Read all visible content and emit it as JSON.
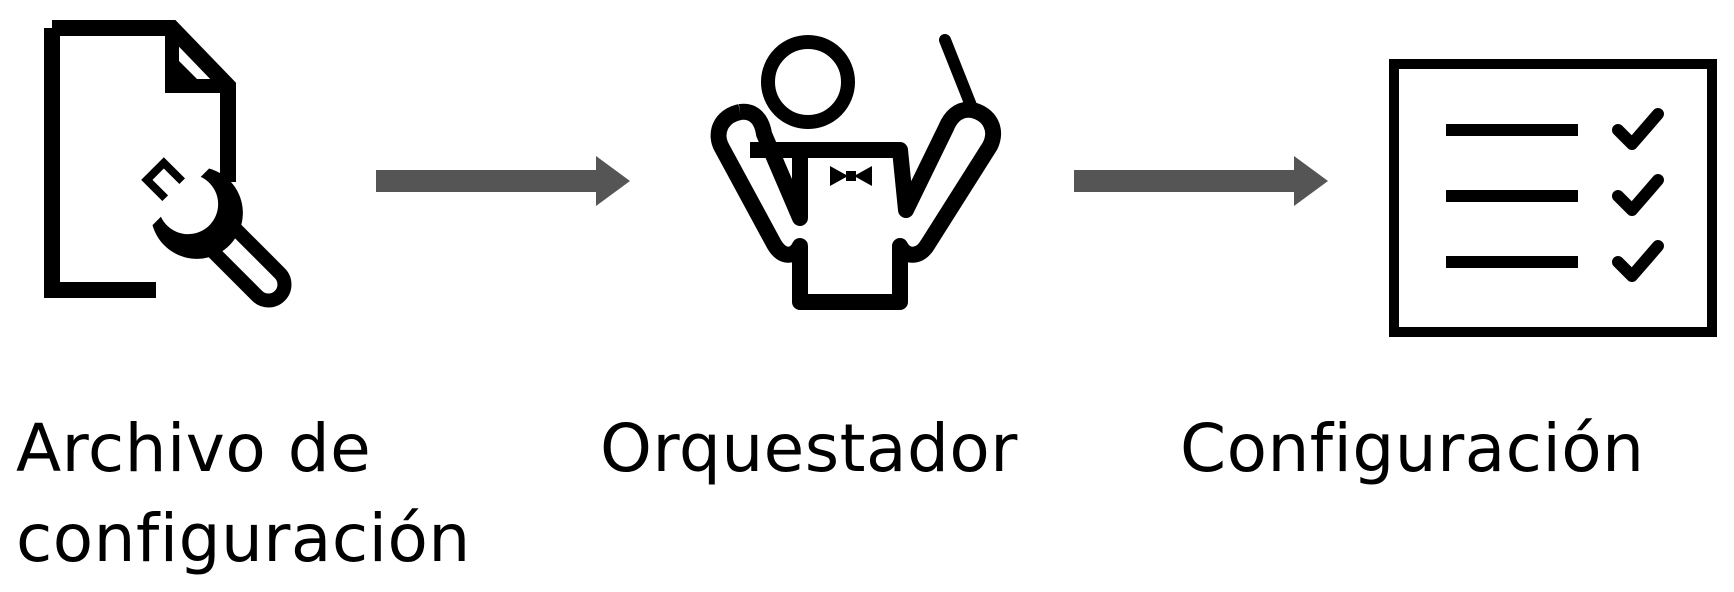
{
  "nodes": [
    {
      "id": "config-file",
      "icon": "file-wrench-icon",
      "label_line1": "Archivo de",
      "label_line2": "configuración"
    },
    {
      "id": "orchestrator",
      "icon": "conductor-icon",
      "label_line1": "Orquestador"
    },
    {
      "id": "configuration",
      "icon": "checklist-icon",
      "label_line1": "Configuración"
    }
  ],
  "edges": [
    {
      "from": "config-file",
      "to": "orchestrator"
    },
    {
      "from": "orchestrator",
      "to": "configuration"
    }
  ],
  "colors": {
    "icon": "#000000",
    "arrow": "#555555",
    "text": "#000000"
  }
}
